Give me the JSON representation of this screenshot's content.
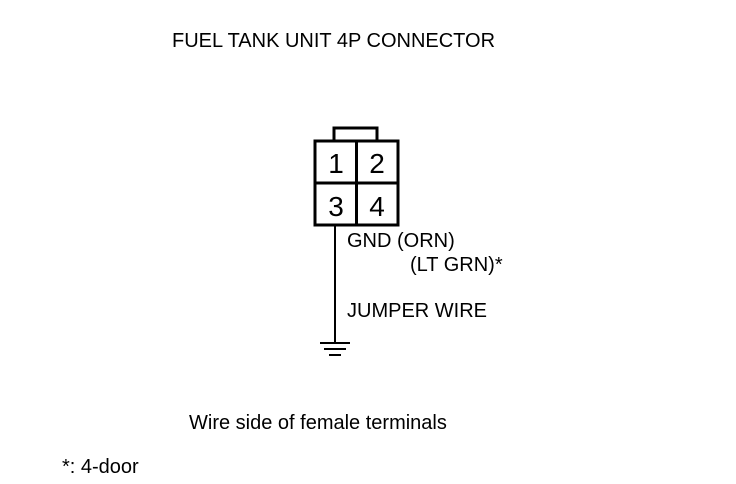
{
  "title": "FUEL TANK UNIT 4P CONNECTOR",
  "connector": {
    "pins": [
      "1",
      "2",
      "3",
      "4"
    ]
  },
  "wire": {
    "label_primary": "GND (ORN)",
    "label_alt": "(LT GRN)*",
    "jumper_label": "JUMPER WIRE"
  },
  "caption": "Wire side of female terminals",
  "footnote": "*: 4-door"
}
